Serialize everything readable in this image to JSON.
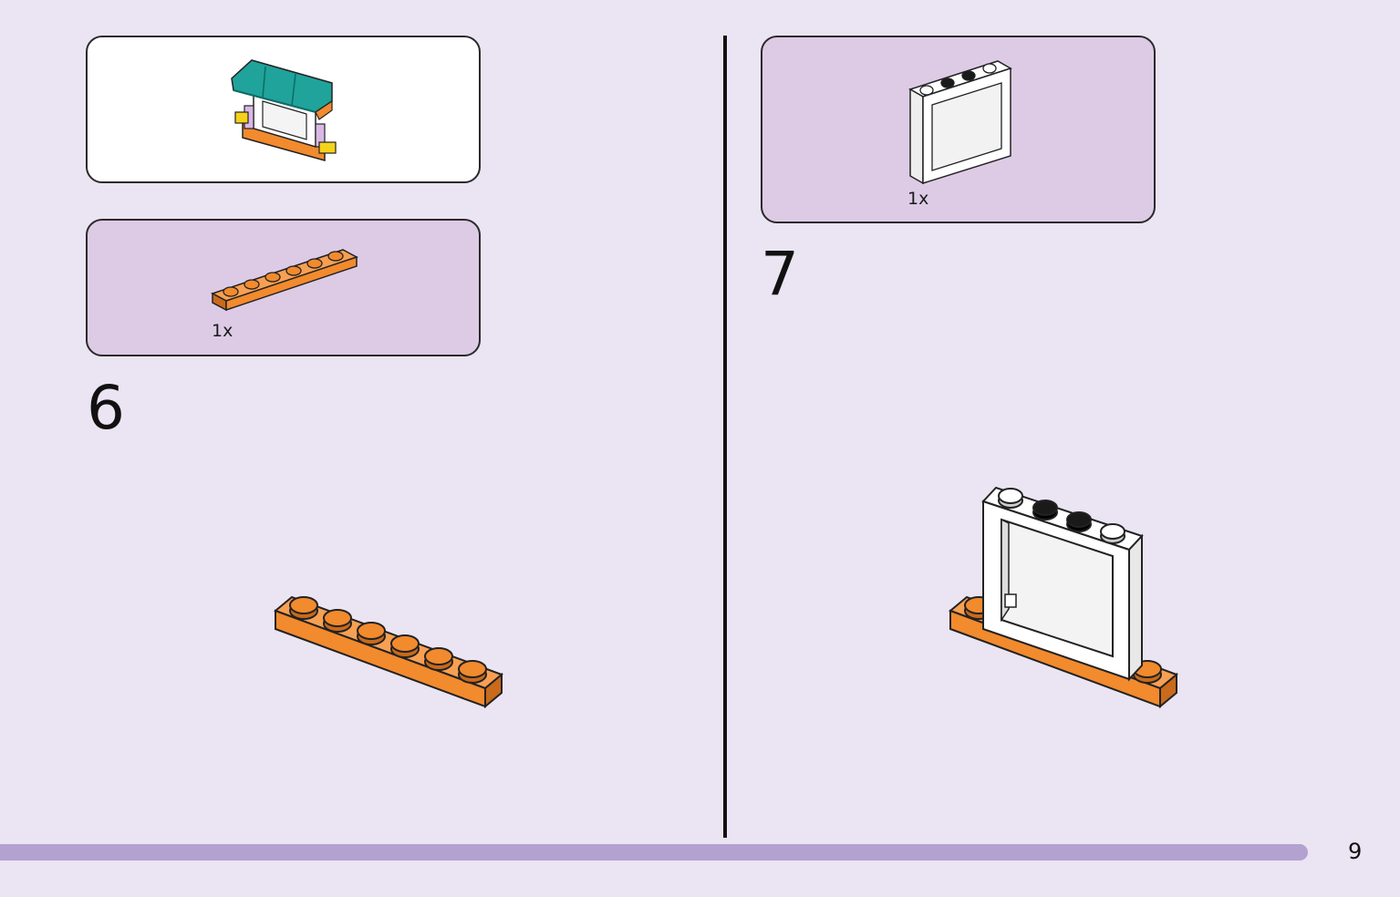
{
  "steps": [
    {
      "number": "6",
      "part_quantity": "1x"
    },
    {
      "number": "7",
      "part_quantity": "1x"
    }
  ],
  "page_number": "9",
  "colors": {
    "page_background": "#ebe4f2",
    "parts_panel": "#ddcbe6",
    "progress_bar": "#b3a2d0",
    "orange_brick": "#f28a2e",
    "white_brick": "#ffffff",
    "teal_roof": "#1fa39a",
    "yellow_clip": "#f5d21c"
  }
}
